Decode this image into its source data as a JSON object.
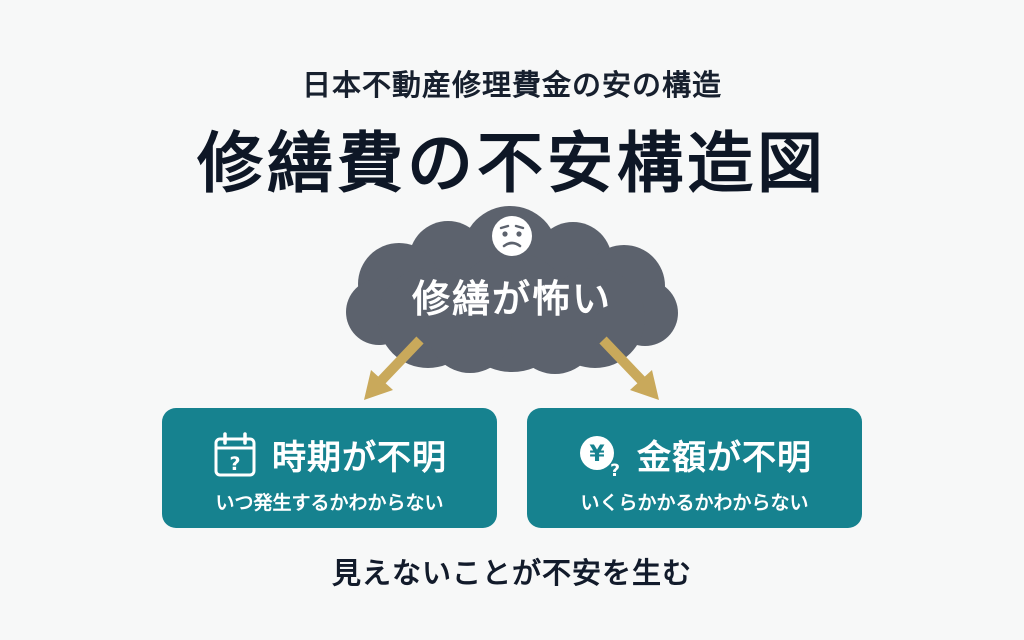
{
  "header": {
    "subtitle": "日本不動産修理費金の安の構造",
    "title": "修繕費の不安構造図"
  },
  "cloud": {
    "label": "修繕が怖い",
    "icon": "worried-face-icon",
    "color": "#5c626d"
  },
  "boxes": [
    {
      "icon": "calendar-question-icon",
      "title": "時期が不明",
      "subtitle": "いつ発生するかわからない"
    },
    {
      "icon": "yen-question-icon",
      "title": "金額が不明",
      "subtitle": "いくらかかるかわからない"
    }
  ],
  "footer": {
    "text": "見えないことが不安を生む"
  },
  "colors": {
    "background": "#f7f8f8",
    "box": "#16828f",
    "arrow": "#c9a95b",
    "text": "#121b2b"
  }
}
